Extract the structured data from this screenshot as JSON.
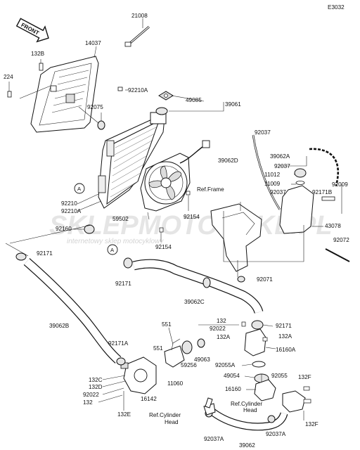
{
  "diagram_code": "E3032",
  "front_label": "FRONT",
  "ref_frame": "Ref.Frame",
  "ref_cylinder_head_1": [
    "Ref.Cylinder",
    "Head"
  ],
  "ref_cylinder_head_2": [
    "Ref.Cylinder",
    "Head"
  ],
  "callout_a": "A",
  "watermark": {
    "main": "SKLEPMOTOCYKL.PL",
    "sub": "internetowy sklep motocyklowy"
  },
  "part_labels": {
    "p21008": "21008",
    "p14037": "14037",
    "p132b": "132B",
    "p224": "224",
    "p92210a_top": "92210A",
    "p49085": "49085",
    "p39061": "39061",
    "p92075": "92075",
    "p92037_top": "92037",
    "p39062d": "39062D",
    "p39062a": "39062A",
    "p92037_mid": "92037",
    "p11012": "11012",
    "p11009": "11009",
    "p92037_low": "92037",
    "p92171b": "92171B",
    "p92009": "92009",
    "p43078": "43078",
    "p92210": "92210",
    "p92210a_low": "92210A",
    "p92160": "92160",
    "p59502": "59502",
    "p92154_a": "92154",
    "p92154_b": "92154",
    "p92072": "92072",
    "p92171_left": "92171",
    "p92171_mid": "92171",
    "p92071": "92071",
    "p39062c": "39062C",
    "p132_upper": "132",
    "p92022_upper": "92022",
    "p132a_left": "132A",
    "p92171_right": "92171",
    "p132a_right": "132A",
    "p16160a": "16160A",
    "p551_a": "551",
    "p551_b": "551",
    "p39062b": "39062B",
    "p92171a": "92171A",
    "p59256": "59256",
    "p49063": "49063",
    "p92055a": "92055A",
    "p49054": "49054",
    "p92055": "92055",
    "p132f_top": "132F",
    "p16160": "16160",
    "p11060": "11060",
    "p132c": "132C",
    "p132d": "132D",
    "p92022_lower": "92022",
    "p132_lower": "132",
    "p16142": "16142",
    "p132e": "132E",
    "p92037a_left": "92037A",
    "p92037a_right": "92037A",
    "p39062": "39062",
    "p132f_bottom": "132F"
  }
}
